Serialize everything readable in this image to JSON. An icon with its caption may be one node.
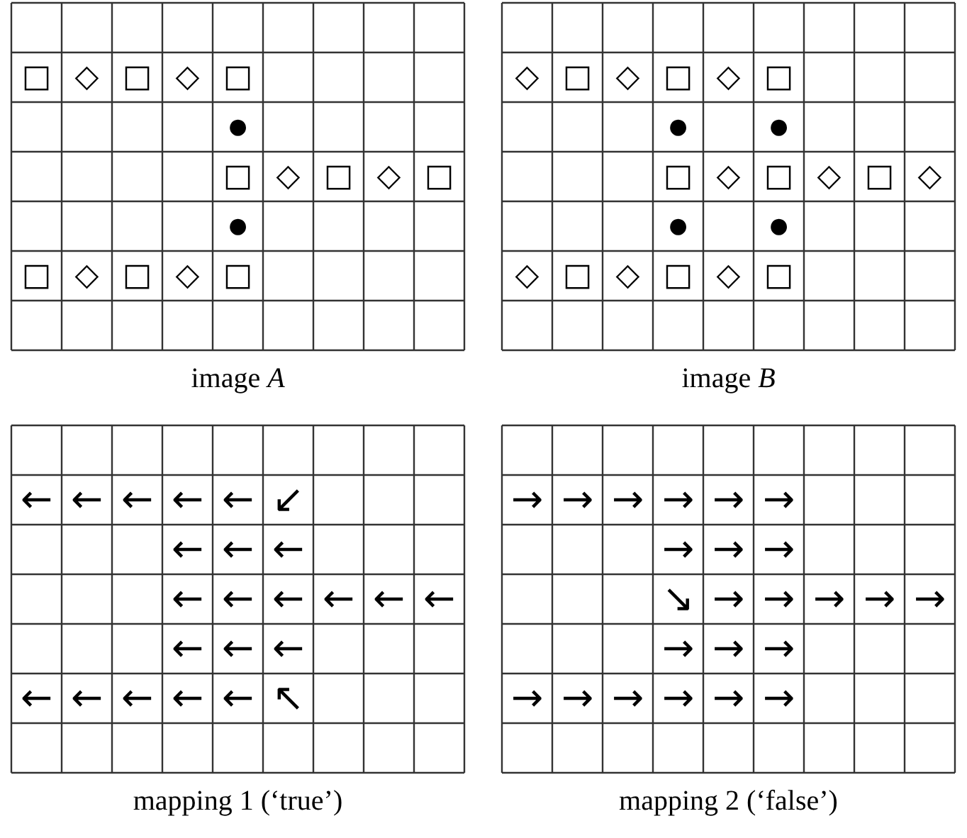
{
  "diagram": {
    "labels": [
      "□",
      "◇",
      "□",
      "◇",
      "□",
      "●",
      "□",
      "◇",
      "□",
      "◇",
      "□",
      "●",
      "□",
      "◇",
      "□",
      "◇",
      "□",
      "image *A*",
      "◇",
      "□",
      "◇",
      "□",
      "◇",
      "□",
      "●",
      "●",
      "□",
      "◇",
      "□",
      "◇",
      "□",
      "◇",
      "●",
      "●",
      "◇",
      "□",
      "◇",
      "□",
      "◇",
      "□",
      "image *B*",
      "←",
      "←",
      "←",
      "←",
      "←",
      "↙",
      "←",
      "←",
      "←",
      "←",
      "←",
      "←",
      "←",
      "←",
      "←",
      "←",
      "←",
      "←",
      "←",
      "←",
      "←",
      "←",
      "←",
      "↖",
      "mapping 1 (‘true’)",
      "→",
      "→",
      "→",
      "→",
      "→",
      "→",
      "→",
      "→",
      "→",
      "↘",
      "→",
      "→",
      "→",
      "→",
      "→",
      "→",
      "→",
      "→",
      "→",
      "→",
      "→",
      "→",
      "→",
      "→",
      "mapping 2 (‘false’)"
    ]
  }
}
